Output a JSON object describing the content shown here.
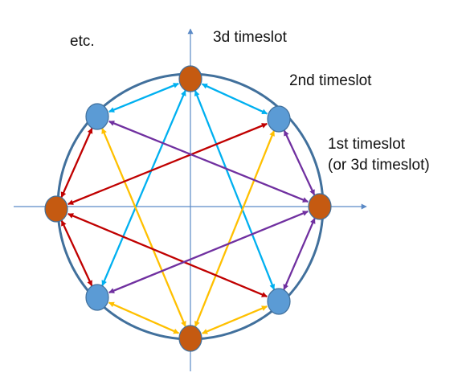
{
  "labels": {
    "etc": "etc.",
    "third": "3d timeslot",
    "second": "2nd timeslot",
    "first_line1": "1st timeslot",
    "first_line2": "(or 3d timeslot)"
  },
  "colors": {
    "axis": "#5b8ac6",
    "circle": "#41709c",
    "node_orange": "#c55a11",
    "node_blue": "#5b9bd5",
    "arrow_cyan": "#00b0f0",
    "arrow_yellow": "#ffc000",
    "arrow_red": "#c00000",
    "arrow_purple": "#7030a0"
  }
}
